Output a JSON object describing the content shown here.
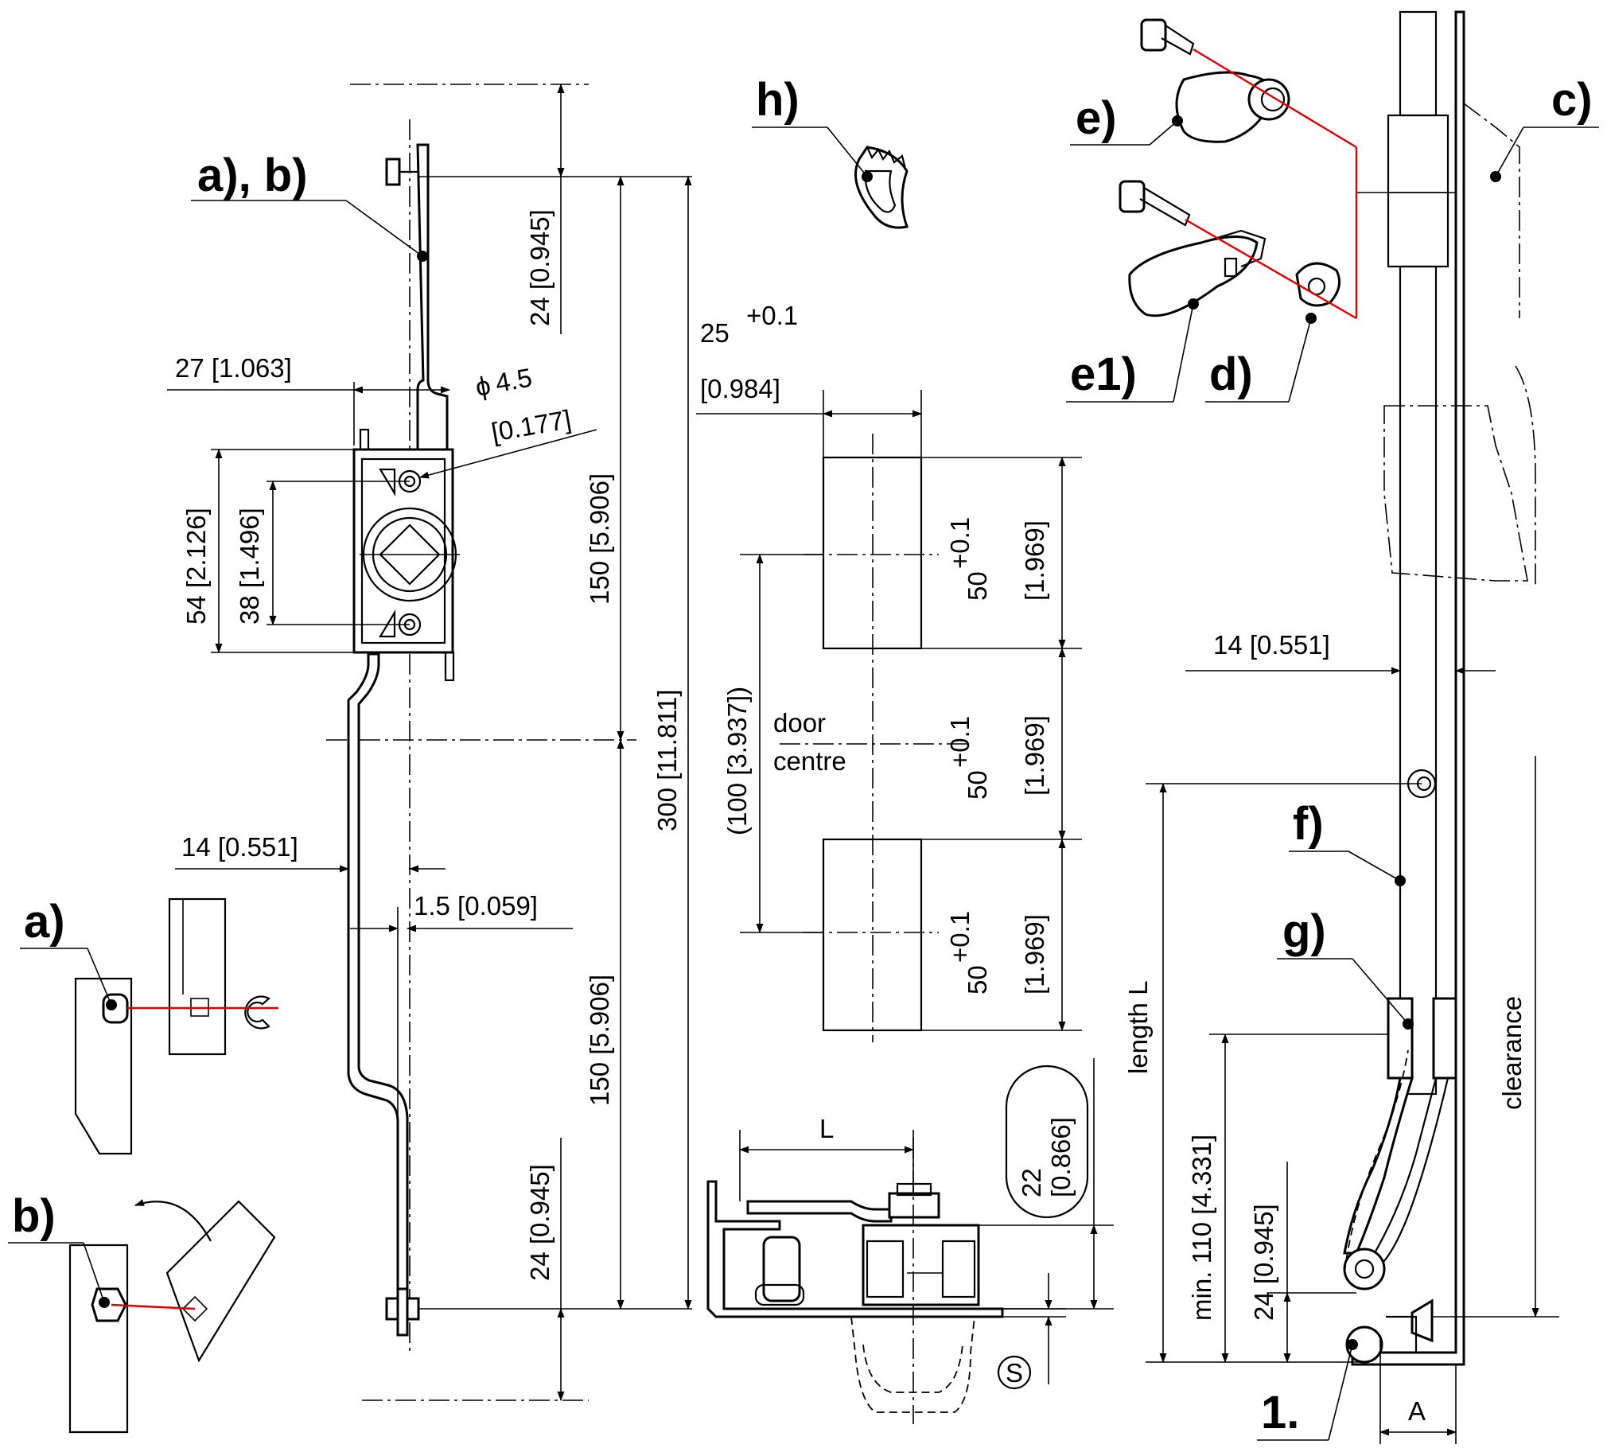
{
  "labels": {
    "ab": "a), b)",
    "a": "a)",
    "b": "b)",
    "c": "c)",
    "d": "d)",
    "e": "e)",
    "e1": "e1)",
    "f": "f)",
    "g": "g)",
    "h": "h)",
    "one": "1."
  },
  "dims": {
    "d24_top": "24 [0.945]",
    "d24_bottom": "24 [0.945]",
    "d27": "27 [1.063]",
    "phi": "4.5",
    "phi_in": "[0.177]",
    "phi_symbol": "ϕ",
    "d54": "54 [2.126]",
    "d38": "38 [1.496]",
    "d150_top": "150 [5.906]",
    "d150_bottom": "150 [5.906]",
    "d300": "300 [11.811]",
    "d14_left": "14 [0.551]",
    "d1_5": "1.5 [0.059]",
    "d25": "25",
    "d25_tol": "+0.1",
    "d25_in": "[0.984]",
    "d50": "50",
    "d50_tol": "+0.1",
    "d50_in": "[1.969]",
    "d100": "(100 [3.937])",
    "door_centre_1": "door",
    "door_centre_2": "centre",
    "L": "L",
    "d22": "22",
    "d22_in": "[0.866]",
    "S": "S",
    "d14_right": "14 [0.551]",
    "length_L": "length L",
    "min110": "min. 110 [4.331]",
    "d24_right": "24 [0.945]",
    "clearance": "clearance",
    "A": "A"
  }
}
